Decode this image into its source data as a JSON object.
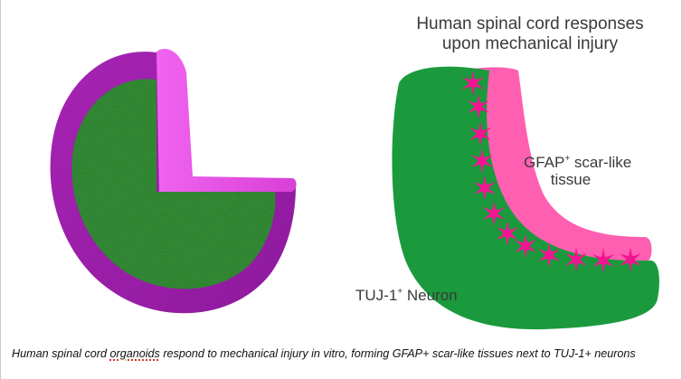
{
  "figure": {
    "title_line1": "Human spinal cord responses",
    "title_line2": "upon mechanical injury",
    "gfap_label_main": "GFAP",
    "gfap_label_sup": "+",
    "gfap_label_rest": " scar-like",
    "gfap_label_line2": "tissue",
    "tuj_label_main": "TUJ-1",
    "tuj_label_sup": "+",
    "tuj_label_rest": " Neuron"
  },
  "caption": {
    "part1": "Human spinal cord ",
    "part2_underlined": "organoids",
    "part3": " respond to mechanical injury in vitro, forming GFAP+ scar-like tissues next to TUJ-1+ neurons"
  },
  "colors": {
    "neuron_green": "#1a9a3c",
    "organoid_green": "#2f7a2a",
    "organoid_purple": "#9b1fa8",
    "scar_pink": "#ff5fb1",
    "spike_magenta": "#f21493"
  }
}
